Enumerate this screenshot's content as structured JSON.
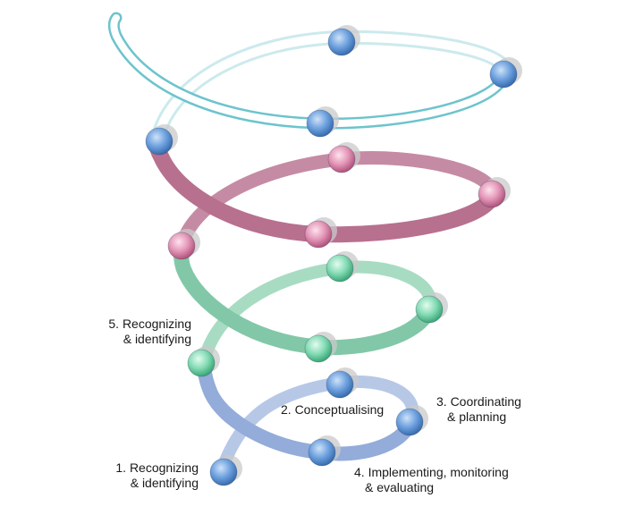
{
  "labels": {
    "step1": {
      "line1": "1. Recognizing",
      "line2": "& identifying"
    },
    "step2": {
      "line1": "2. Conceptualising"
    },
    "step3": {
      "line1": "3. Coordinating",
      "line2": "& planning"
    },
    "step4": {
      "line1": "4. Implementing, monitoring",
      "line2": "& evaluating"
    },
    "step5": {
      "line1": "5. Recognizing",
      "line2": "& identifying"
    }
  },
  "colors": {
    "band_blue": "#9db4dc",
    "band_green": "#8ccfb1",
    "band_pink": "#c8839f",
    "band_teal": "#7fcbd0",
    "node_blue": "#5b93d6",
    "node_green": "#6fd3a8",
    "node_pink": "#d97fa6",
    "node_shadow": "#c9c9c9",
    "text": "#1a1a1a"
  },
  "node_colors_by_loop": [
    "blue",
    "green",
    "pink",
    "blue"
  ]
}
